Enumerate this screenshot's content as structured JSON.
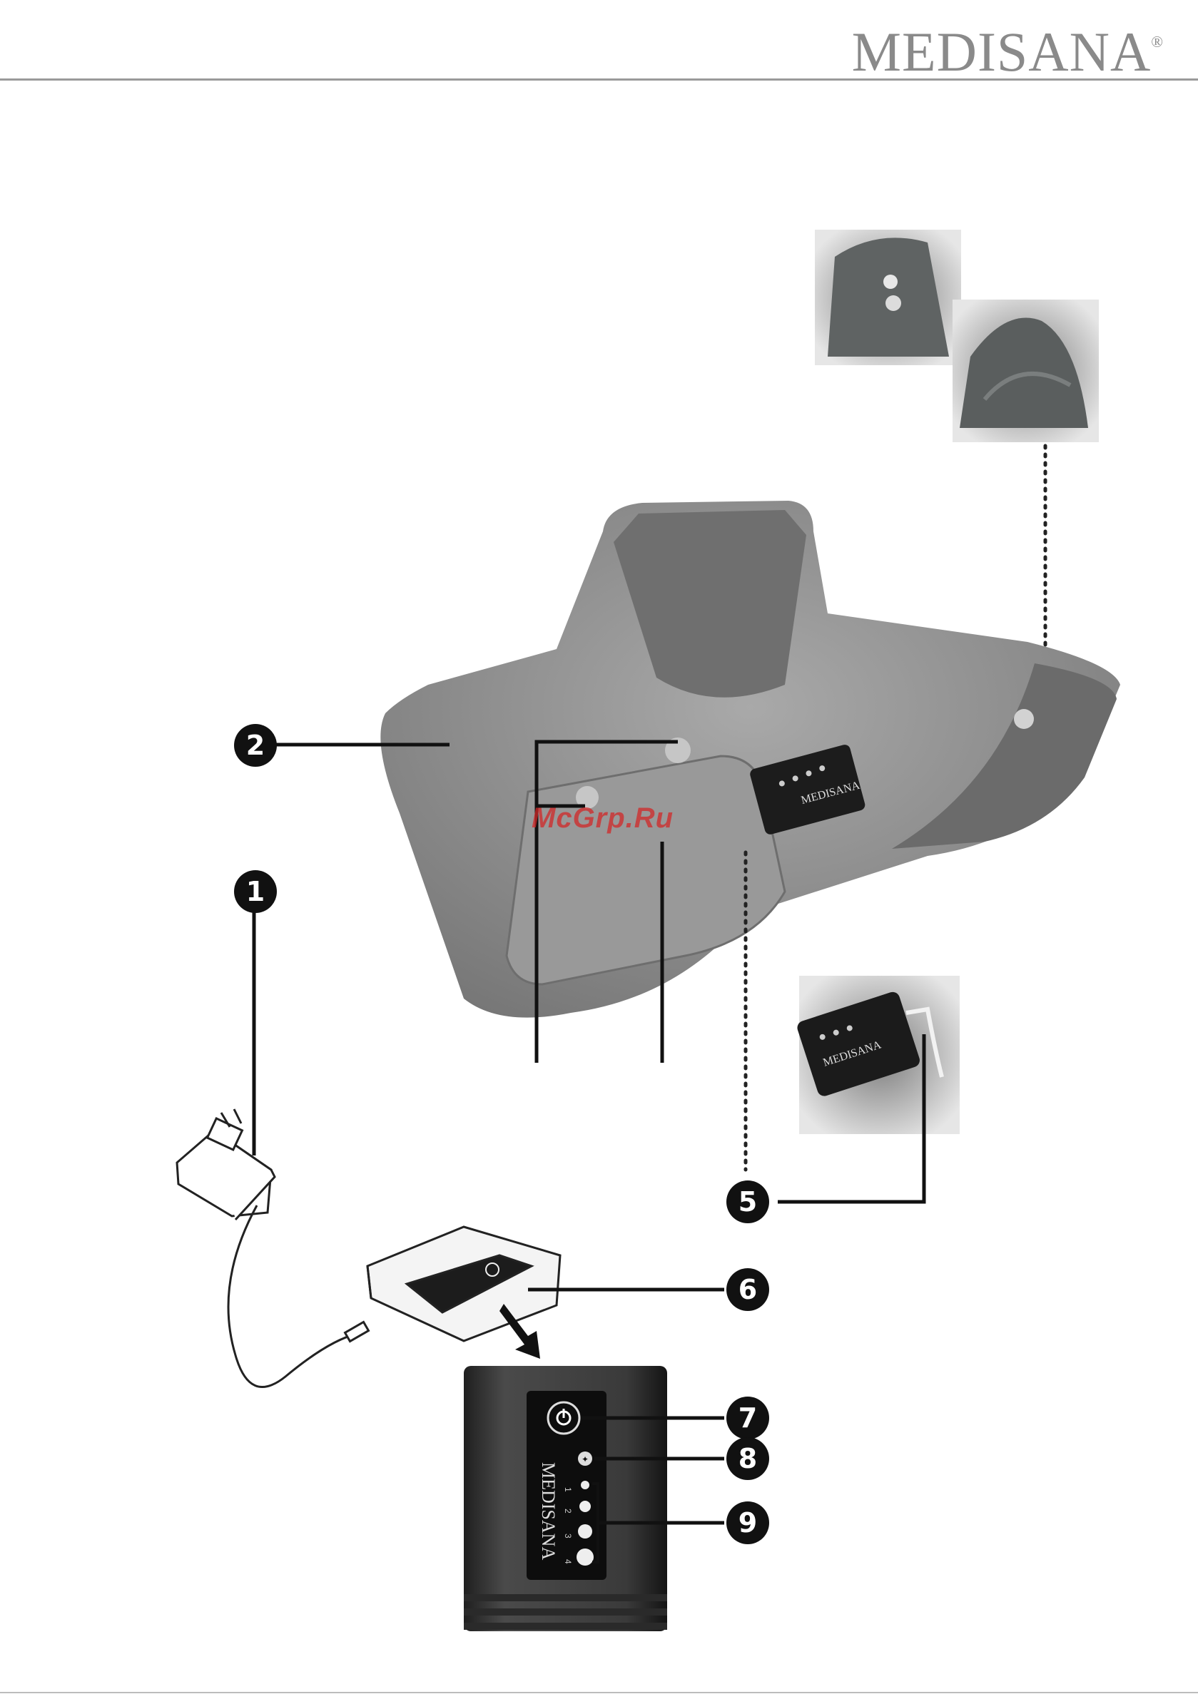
{
  "header": {
    "brand": "MEDISANA",
    "brand_mark": "®"
  },
  "watermark": "McGrp.Ru",
  "callouts": [
    {
      "id": "2",
      "label": "2"
    },
    {
      "id": "1",
      "label": "1"
    },
    {
      "id": "5",
      "label": "5"
    },
    {
      "id": "6",
      "label": "6"
    },
    {
      "id": "7",
      "label": "7"
    },
    {
      "id": "8",
      "label": "8"
    },
    {
      "id": "9",
      "label": "9"
    }
  ],
  "controller": {
    "brand": "MEDISANA",
    "levels": [
      "1",
      "2",
      "3",
      "4"
    ],
    "icons": [
      "power-icon",
      "timer-icon"
    ]
  },
  "photos": {
    "controller_brand": "MEDISANA"
  },
  "colors": {
    "fabric": "#8d8d8d",
    "fabric_dark": "#6f6f6f",
    "controller_body": "#2b2b2b",
    "callout": "#111111"
  }
}
